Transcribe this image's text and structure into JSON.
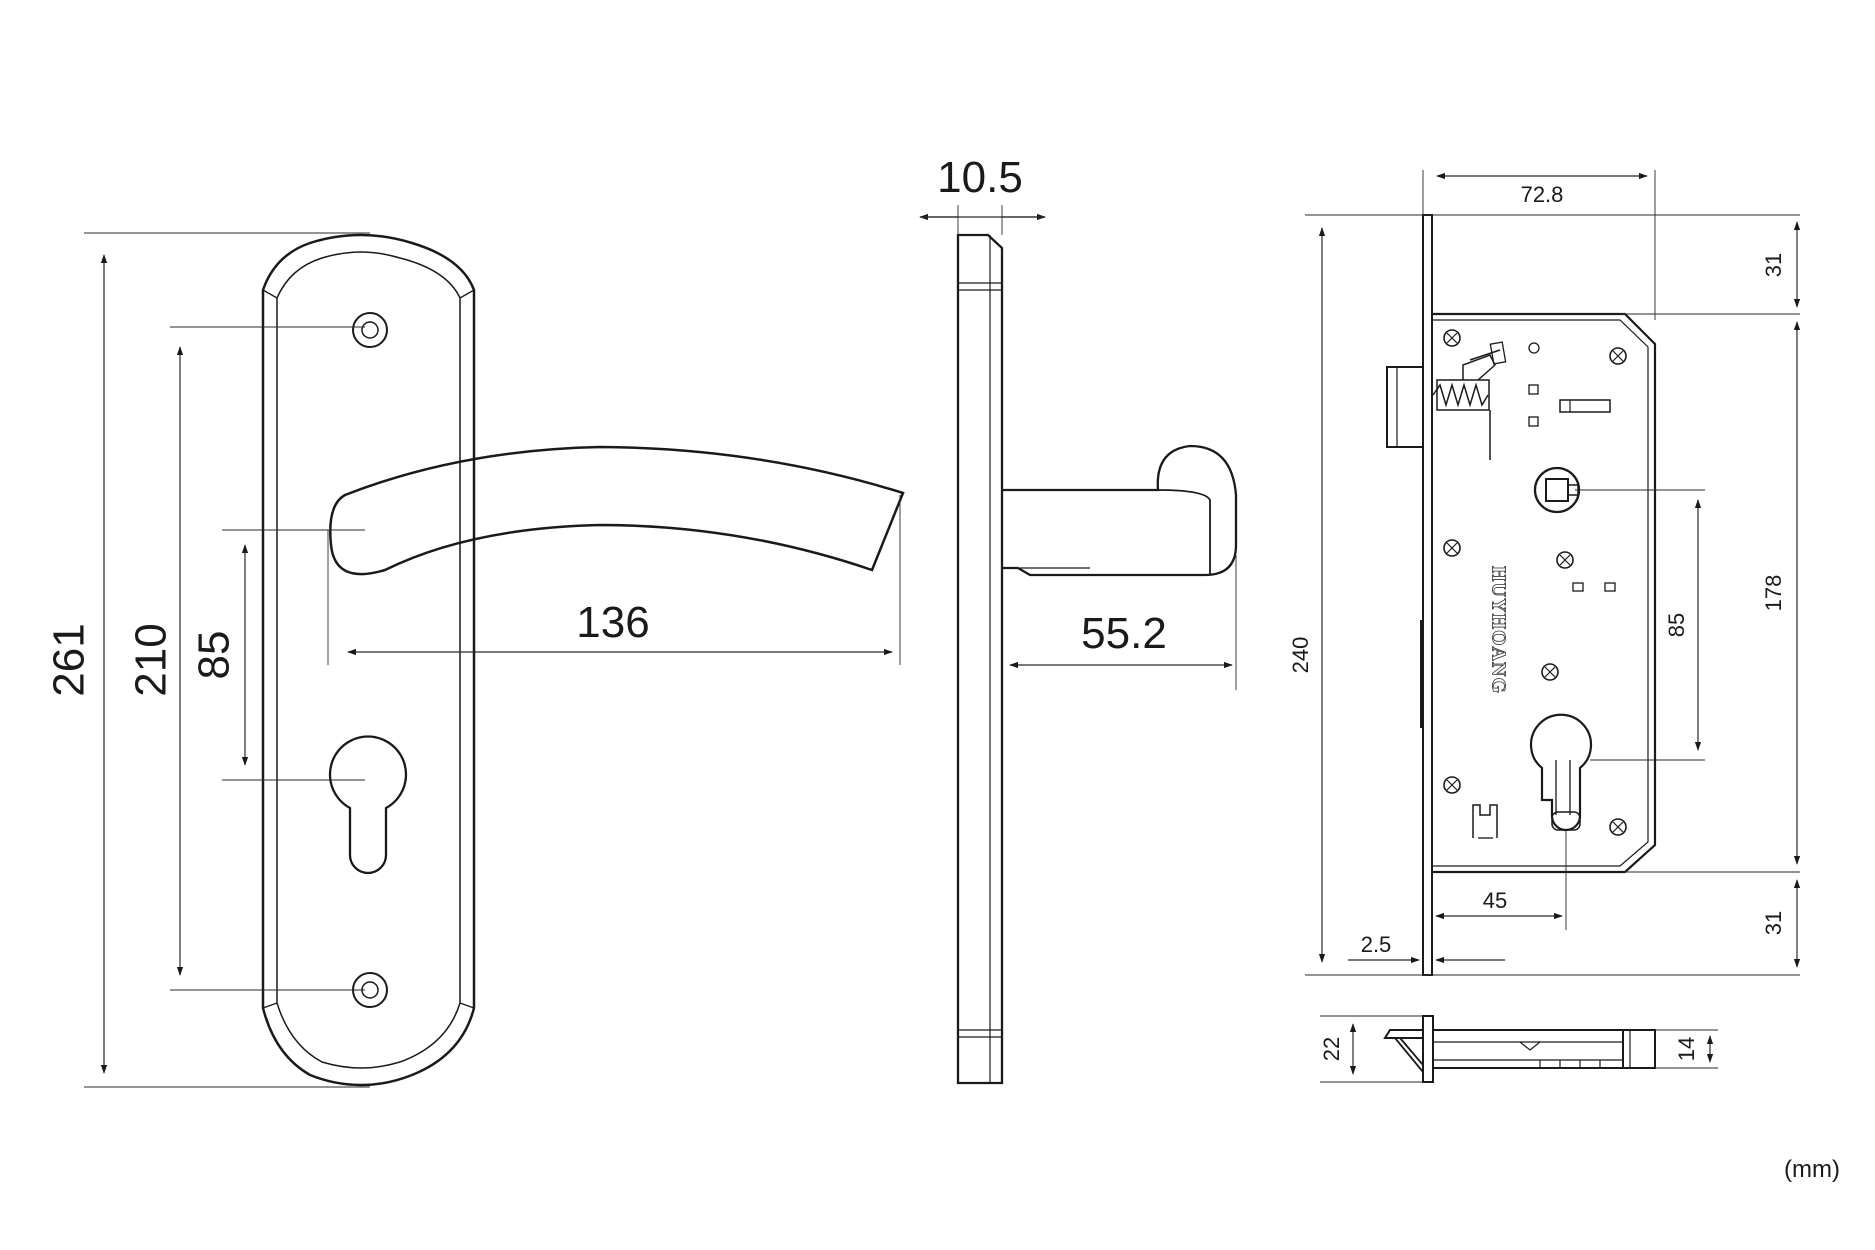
{
  "diagram": {
    "front_view": {
      "overall_height": "261",
      "screw_spacing": "210",
      "handle_to_cylinder": "85",
      "handle_length": "136"
    },
    "side_view": {
      "plate_thickness": "10.5",
      "handle_projection": "55.2"
    },
    "lock_body": {
      "width": "72.8",
      "total_height": "240",
      "top_margin": "31",
      "case_height": "178",
      "bottom_margin": "31",
      "center_spacing": "85",
      "backset": "45",
      "faceplate_thickness": "2.5",
      "brand": "HUYHOANG"
    },
    "bottom_view": {
      "faceplate_width": "22",
      "latch_width": "14"
    },
    "unit": "(mm)"
  }
}
